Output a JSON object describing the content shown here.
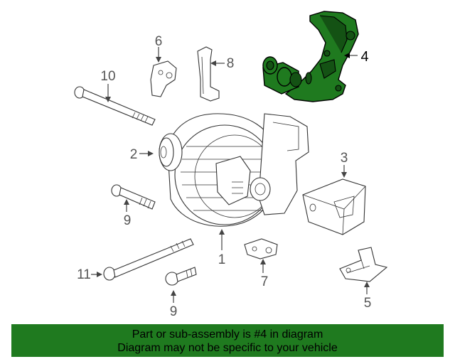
{
  "diagram": {
    "callouts": {
      "c1": "1",
      "c2": "2",
      "c3": "3",
      "c4": "4",
      "c5": "5",
      "c6": "6",
      "c7": "7",
      "c8": "8",
      "c9a": "9",
      "c9b": "9",
      "c10": "10",
      "c11": "11"
    },
    "highlight_color": "#1f7a1f"
  },
  "footer": {
    "line1": "Part or sub-assembly is #4 in diagram",
    "line2": "Diagram may not be specific to your vehicle"
  }
}
